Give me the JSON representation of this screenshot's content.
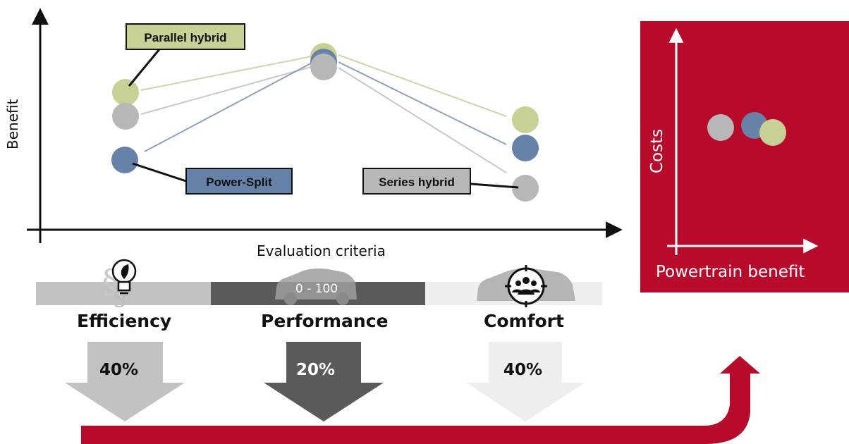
{
  "benefit_chart": {
    "y_axis_label": "Benefit",
    "x_axis_label": "Evaluation criteria",
    "callouts": {
      "parallel": "Parallel hybrid",
      "power_split": "Power-Split",
      "series": "Series hybrid"
    }
  },
  "criteria": [
    {
      "label": "Efficiency",
      "weight": "40%",
      "icon": "lightbulb-leaf-icon",
      "color": "#c2c2c2"
    },
    {
      "label": "Performance",
      "weight": "20%",
      "icon": "car-icon",
      "badge": "0 - 100",
      "color": "#5a5a5a"
    },
    {
      "label": "Comfort",
      "weight": "40%",
      "icon": "people-target-icon",
      "color": "#eeeeee"
    }
  ],
  "cost_panel": {
    "y_axis_label": "Costs",
    "x_axis_label": "Powertrain benefit",
    "background": "#b80b2c"
  },
  "colors": {
    "parallel_hybrid": "#c8d195",
    "power_split": "#6682a8",
    "series_hybrid": "#b7b7b7",
    "accent_red": "#b80b2c"
  }
}
